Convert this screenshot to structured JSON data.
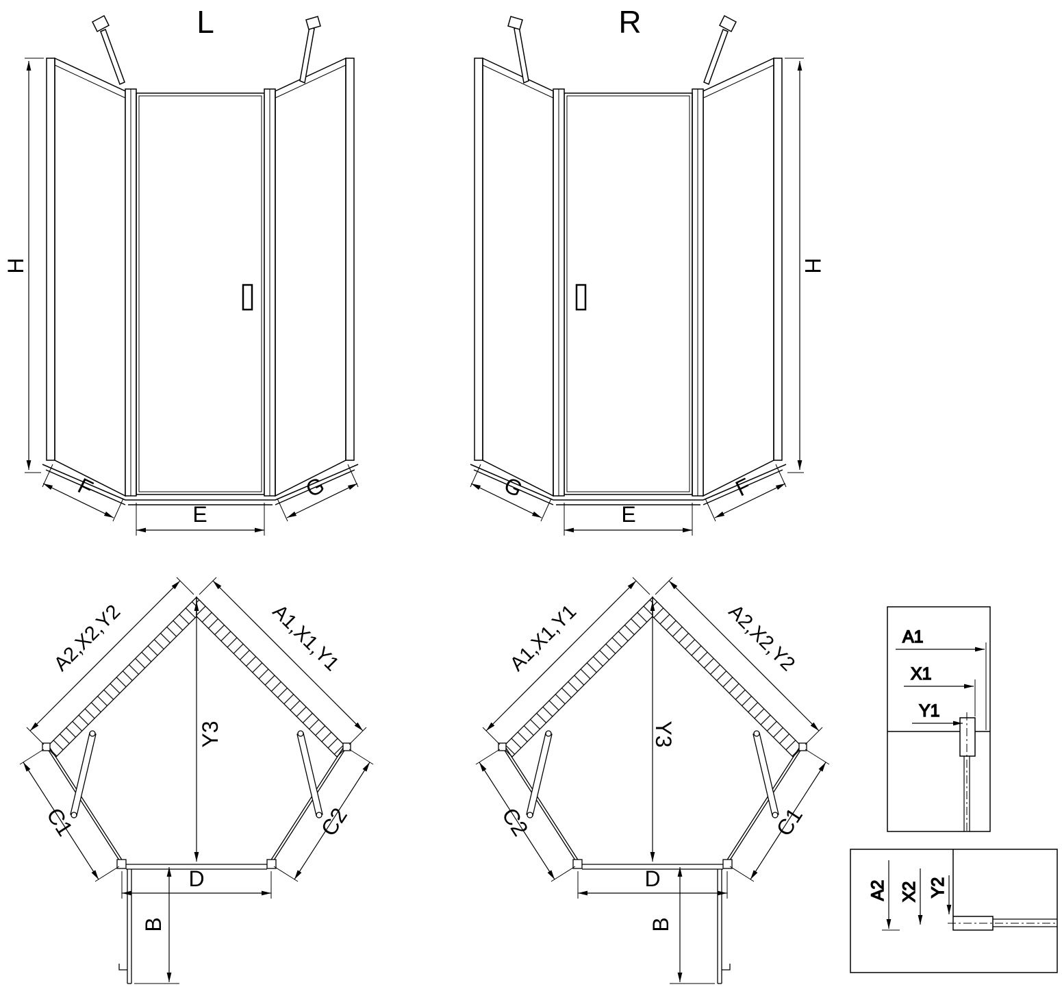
{
  "colors": {
    "line": "#000000",
    "background": "#ffffff"
  },
  "elevation_left": {
    "title": "L",
    "dim_height": "H",
    "dim_left_panel": "F",
    "dim_door": "E",
    "dim_right_panel": "G"
  },
  "elevation_right": {
    "title": "R",
    "dim_height": "H",
    "dim_left_panel": "G",
    "dim_door": "E",
    "dim_right_panel": "F"
  },
  "plan_left": {
    "dim_wall_left": "A2,X2,Y2",
    "dim_wall_right": "A1,X1,Y1",
    "dim_depth": "Y3",
    "dim_side_left": "C1",
    "dim_side_right": "C2",
    "dim_front": "D",
    "dim_door_swing": "B"
  },
  "plan_right": {
    "dim_wall_left": "A1,X1,Y1",
    "dim_wall_right": "A2,X2,Y2",
    "dim_depth": "Y3",
    "dim_side_left": "C2",
    "dim_side_right": "C1",
    "dim_front": "D",
    "dim_door_swing": "B"
  },
  "detail_top": {
    "dim_a": "A1",
    "dim_x": "X1",
    "dim_y": "Y1"
  },
  "detail_bottom": {
    "dim_a": "A2",
    "dim_x": "X2",
    "dim_y": "Y2"
  }
}
